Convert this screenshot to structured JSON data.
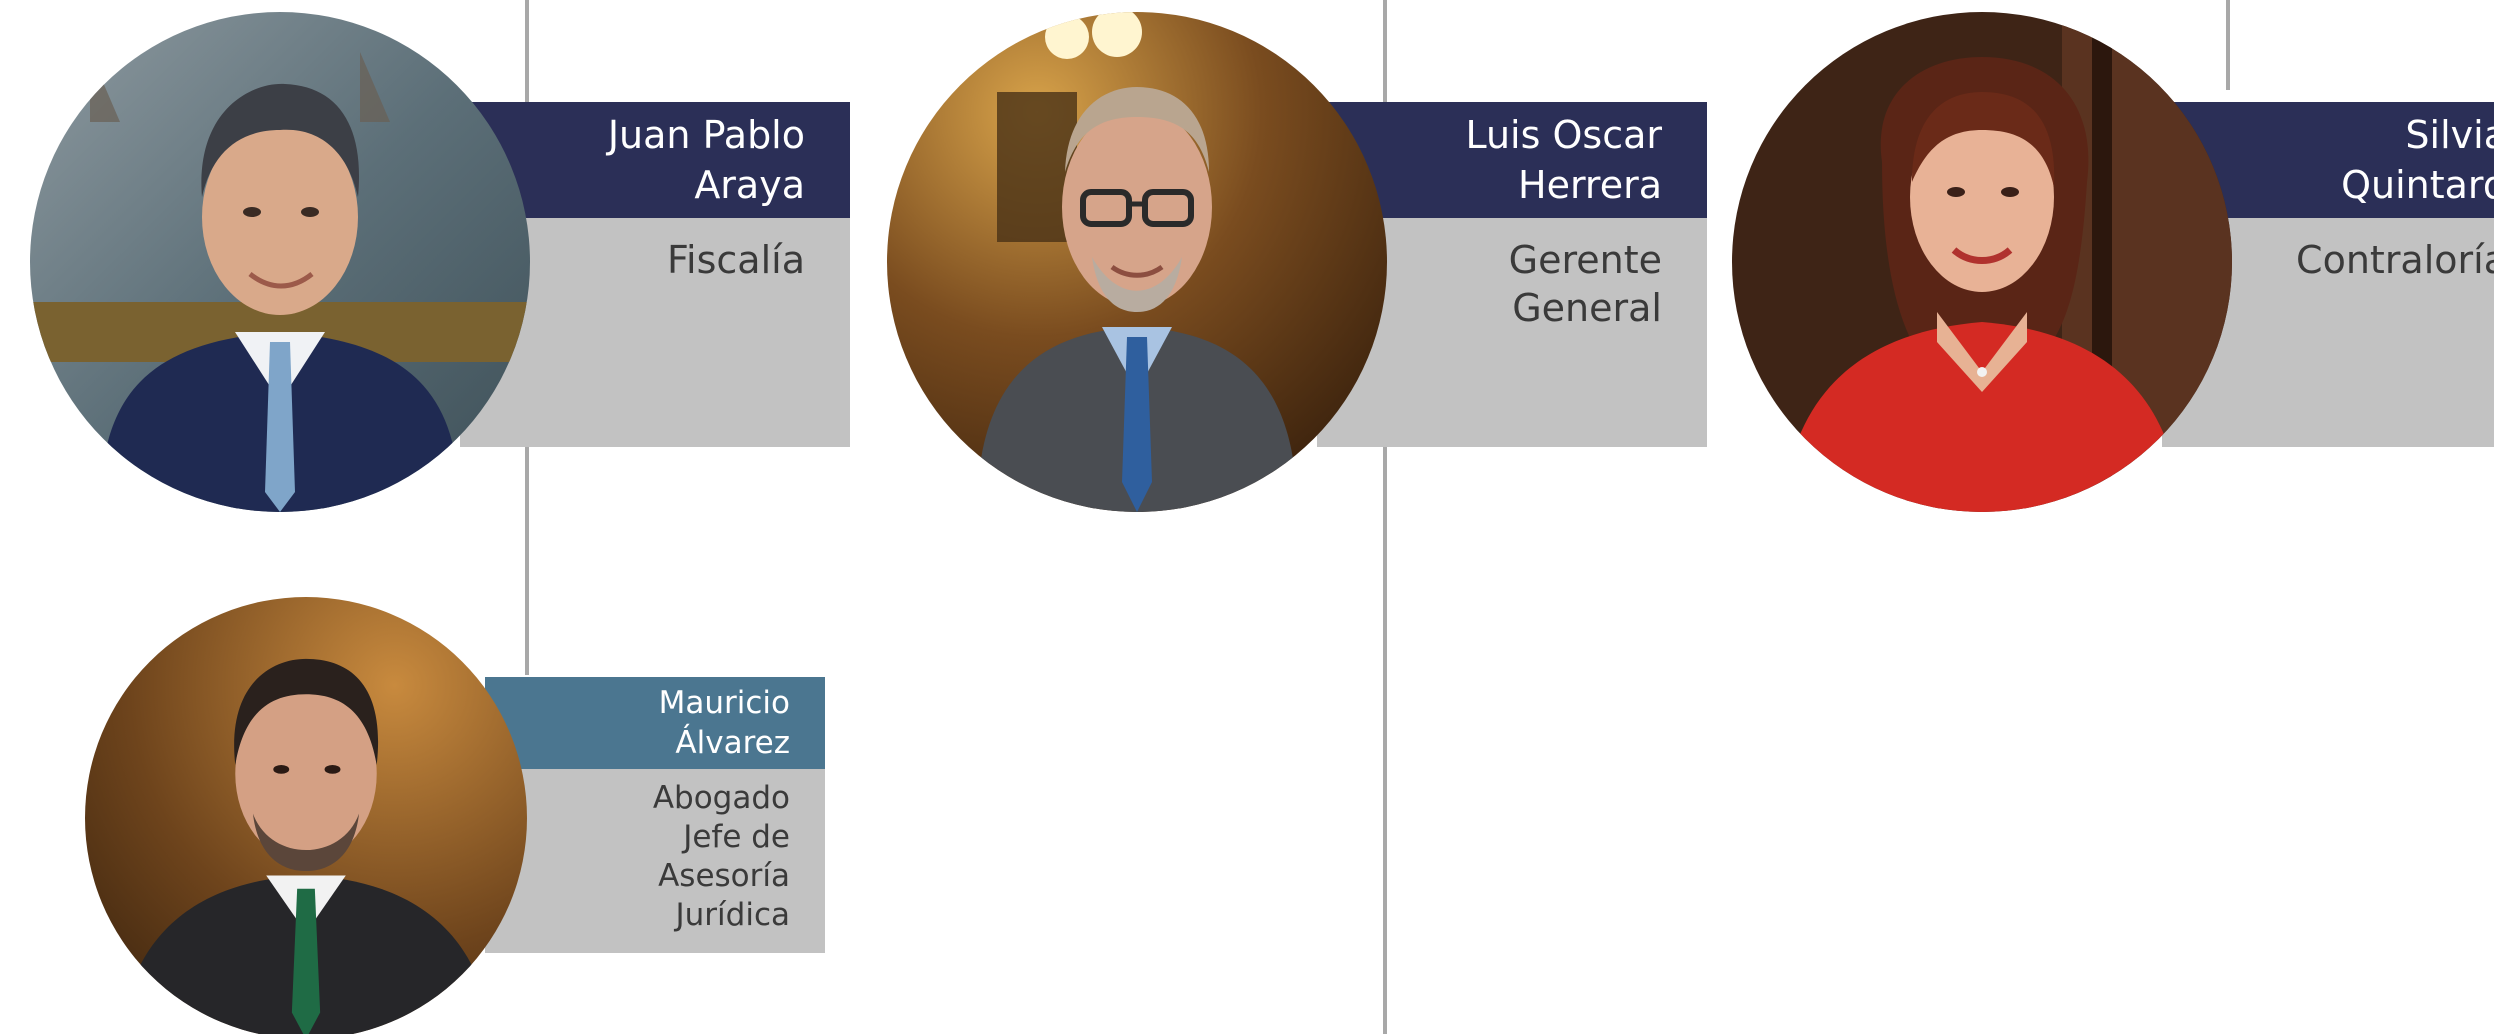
{
  "colors": {
    "name_bar_primary": "#2b2f57",
    "name_bar_secondary": "#4b7690",
    "role_bar": "#c2c2c2",
    "connector": "#a8a8a8"
  },
  "people": [
    {
      "name_lines": [
        "Juan Pablo",
        "Araya"
      ],
      "role_lines": [
        "Fiscalía"
      ],
      "photo": "portrait-photo-man-navy-suit"
    },
    {
      "name_lines": [
        "Luis Oscar",
        "Herrera"
      ],
      "role_lines": [
        "Gerente",
        "General"
      ],
      "photo": "portrait-photo-man-glasses-grey-suit"
    },
    {
      "name_lines": [
        "Silvia",
        "Quintard"
      ],
      "role_lines": [
        "Contraloría"
      ],
      "photo": "portrait-photo-woman-red-jacket"
    },
    {
      "name_lines": [
        "Mauricio",
        "Álvarez"
      ],
      "role_lines": [
        "Abogado",
        "Jefe de",
        "Asesoría",
        "Jurídica"
      ],
      "photo": "portrait-photo-man-green-tie"
    }
  ]
}
